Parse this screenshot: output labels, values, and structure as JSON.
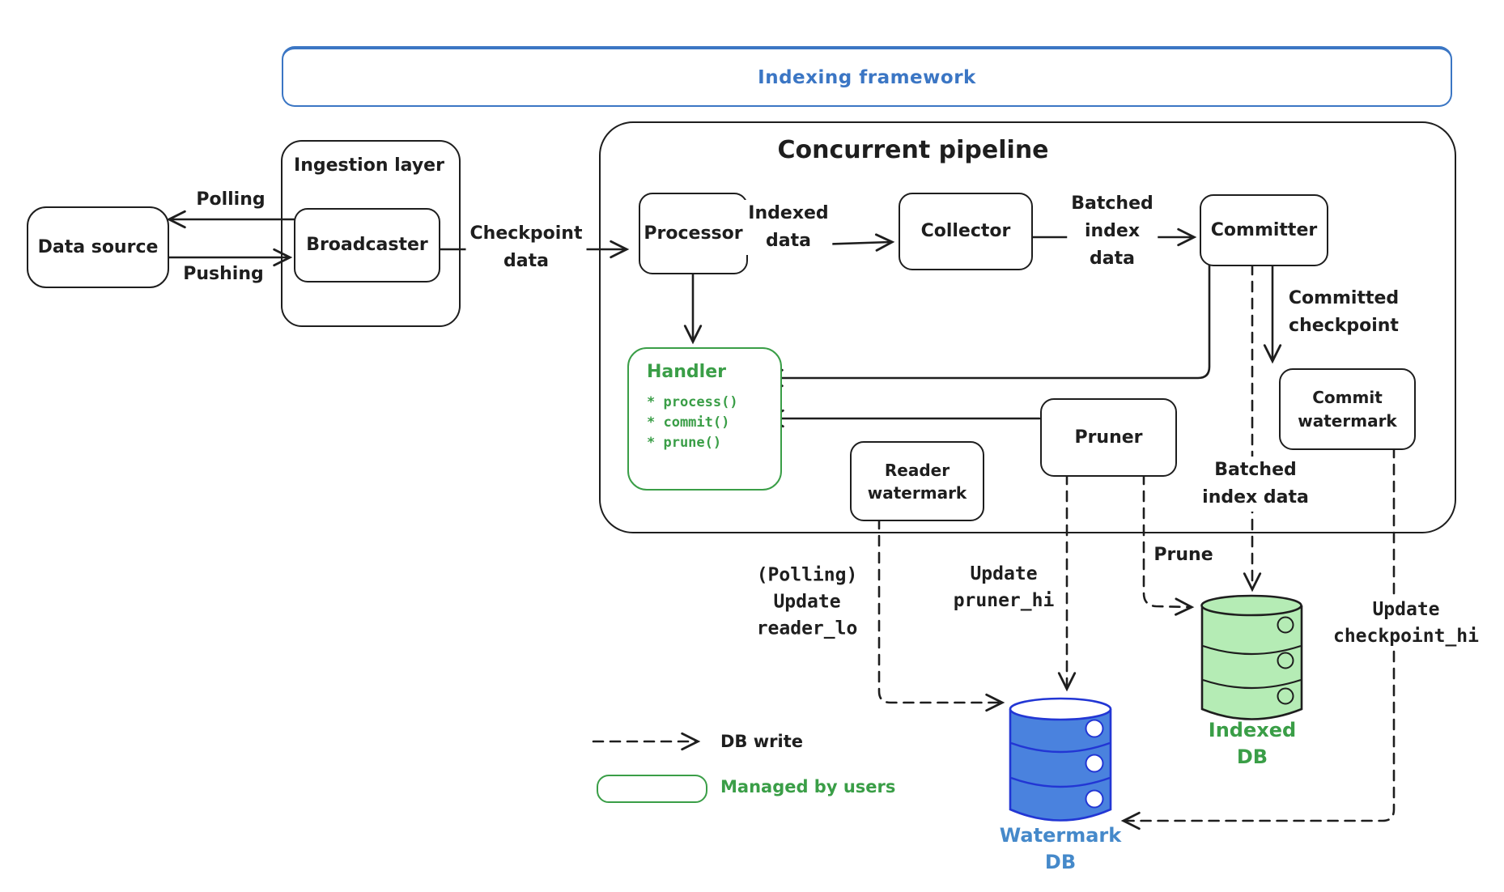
{
  "colors": {
    "ink": "#1e1e1e",
    "blue": "#3b76c4",
    "green": "#3a9e47",
    "db_blue_fill": "#4a82de",
    "db_blue_stroke": "#2236d4",
    "db_green_fill": "#b5ecb5",
    "label_blue": "#4589ca"
  },
  "banner": {
    "title": "Indexing framework"
  },
  "pipeline": {
    "title": "Concurrent pipeline"
  },
  "nodes": {
    "data_source": "Data source",
    "ingestion_layer": "Ingestion layer",
    "broadcaster": "Broadcaster",
    "processor": "Processor",
    "collector": "Collector",
    "committer": "Committer",
    "handler": {
      "title": "Handler",
      "methods": [
        "* process()",
        "* commit()",
        "* prune()"
      ]
    },
    "reader_watermark": [
      "Reader",
      "watermark"
    ],
    "pruner": "Pruner",
    "commit_watermark": [
      "Commit",
      "watermark"
    ]
  },
  "edge_labels": {
    "polling": "Polling",
    "pushing": "Pushing",
    "checkpoint_data": [
      "Checkpoint",
      "data"
    ],
    "indexed_data": [
      "Indexed",
      "data"
    ],
    "batched_index_data": [
      "Batched",
      "index",
      "data"
    ],
    "committed_checkpoint": [
      "Committed",
      "checkpoint"
    ],
    "update_reader_lo": [
      "(Polling)",
      "Update",
      "reader_lo"
    ],
    "update_pruner_hi": [
      "Update",
      "pruner_hi"
    ],
    "prune": "Prune",
    "batched_index_data_2": [
      "Batched",
      "index data"
    ],
    "update_checkpoint_hi": [
      "Update",
      "checkpoint_hi"
    ]
  },
  "databases": {
    "watermark_db": [
      "Watermark",
      "DB"
    ],
    "indexed_db": [
      "Indexed",
      "DB"
    ]
  },
  "legend": {
    "db_write": "DB write",
    "managed_by_users": "Managed by users"
  }
}
